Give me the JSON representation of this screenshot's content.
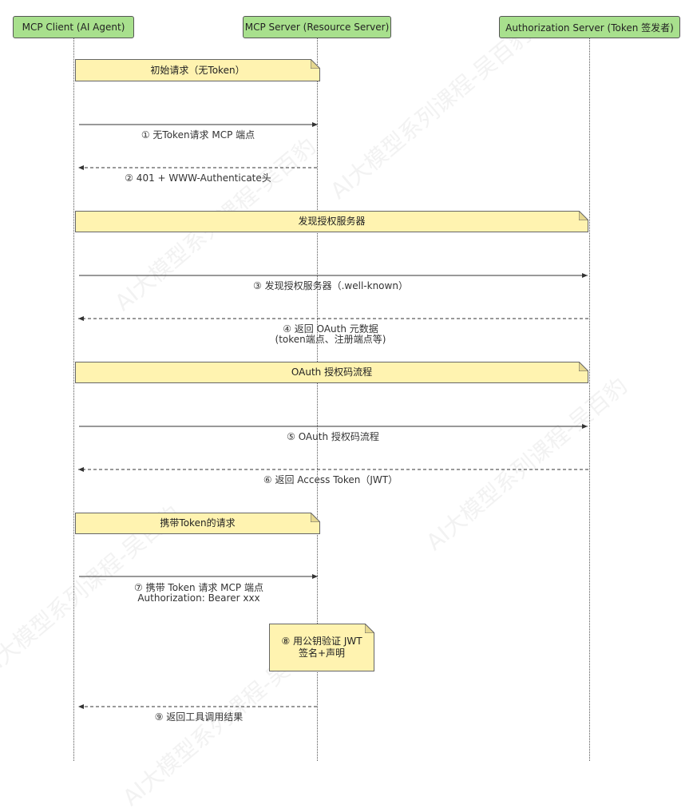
{
  "actors": {
    "client": "MCP Client (AI Agent)",
    "server": "MCP Server (Resource Server)",
    "auth": "Authorization Server (Token 签发者)"
  },
  "notes": {
    "initial": "初始请求（无Token）",
    "discover": "发现授权服务器",
    "oauth": "OAuth 授权码流程",
    "with_token": "携带Token的请求",
    "verify_line1": "⑧ 用公钥验证 JWT",
    "verify_line2": "签名+声明"
  },
  "messages": {
    "m1": "① 无Token请求 MCP 端点",
    "m2": "② 401 + WWW-Authenticate头",
    "m3": "③ 发现授权服务器（.well-known）",
    "m4_line1": "④ 返回 OAuth 元数据",
    "m4_line2": "(token端点、注册端点等)",
    "m5": "⑤ OAuth 授权码流程",
    "m6": "⑥ 返回 Access Token（JWT）",
    "m7_line1": "⑦ 携带 Token 请求 MCP 端点",
    "m7_line2": "Authorization: Bearer xxx",
    "m9": "⑨ 返回工具调用结果"
  },
  "watermark": "AI大模型系列课程-吴百豹"
}
